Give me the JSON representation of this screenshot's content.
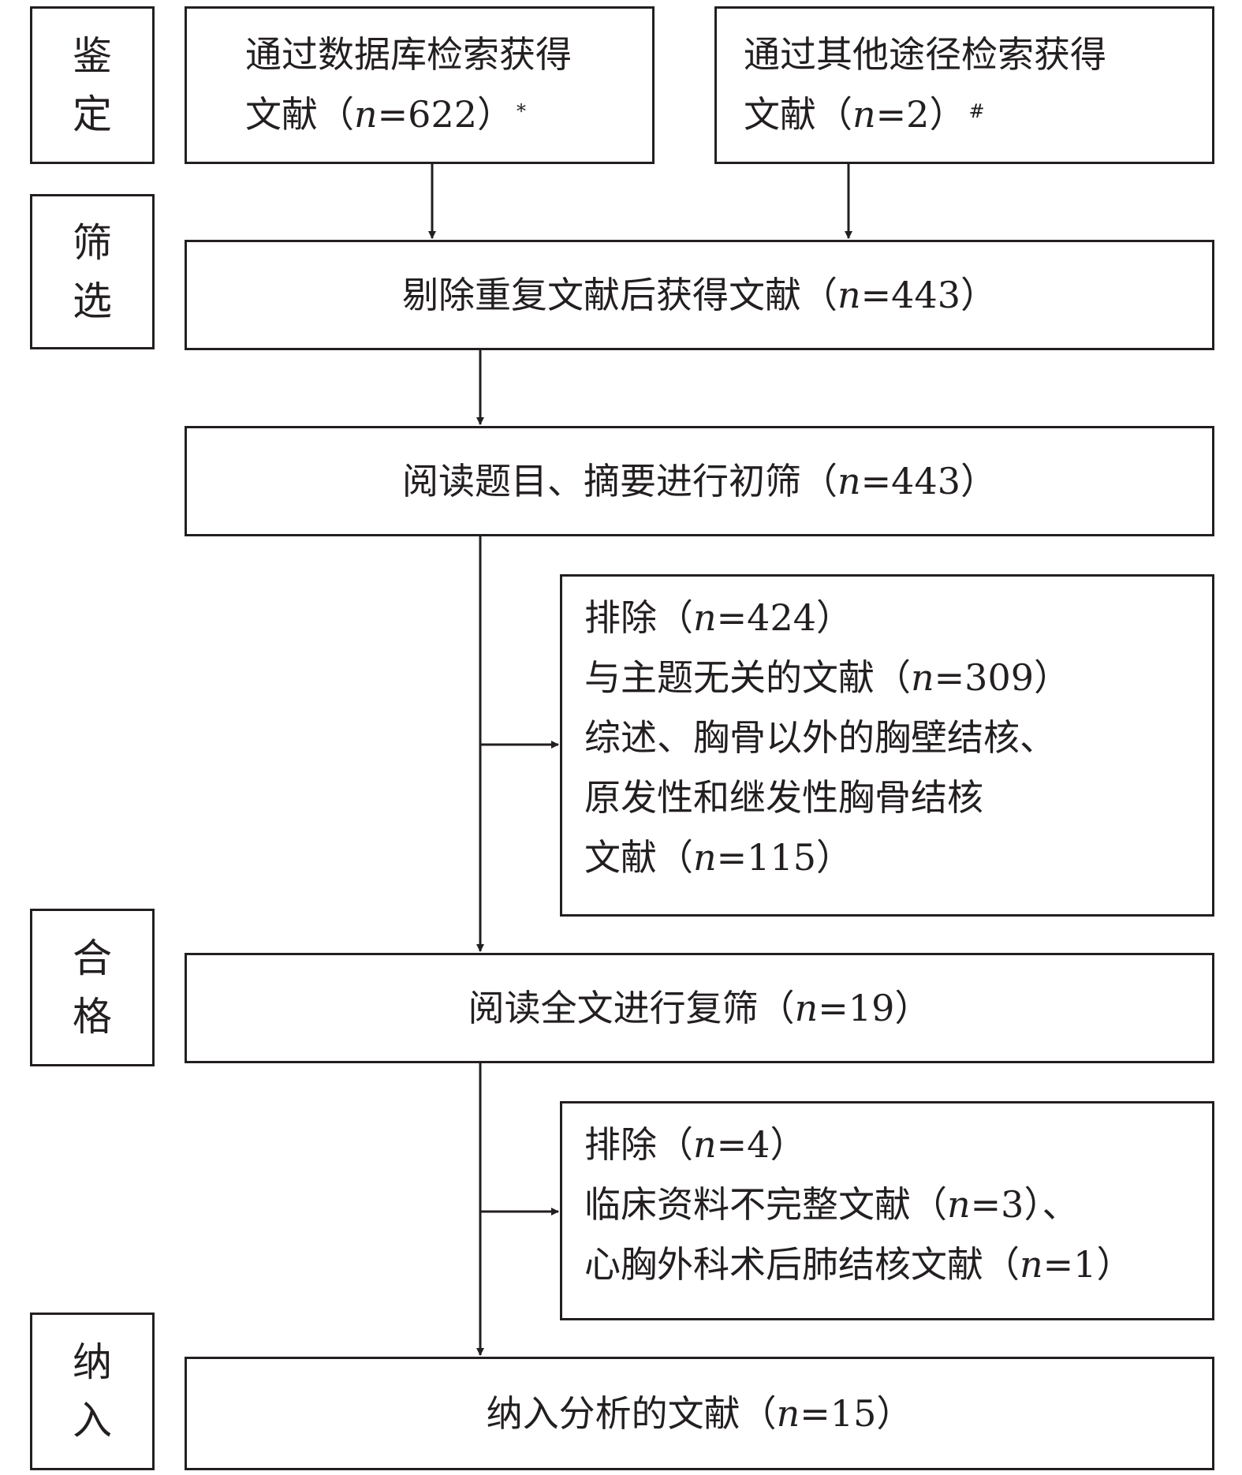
{
  "stages": {
    "identification": [
      "鉴",
      "定"
    ],
    "screening": [
      "筛",
      "选"
    ],
    "eligibility": [
      "合",
      "格"
    ],
    "included": [
      "纳",
      "入"
    ]
  },
  "boxes": {
    "database": {
      "line1": "通过数据库检索获得",
      "line2_prefix": "文献（",
      "n_label": "n",
      "line2_value": "=622）",
      "mark": "*"
    },
    "other": {
      "line1": "通过其他途径检索获得",
      "line2_prefix": "文献（",
      "n_label": "n",
      "line2_value": "=2）",
      "mark": "#"
    },
    "dedup": {
      "prefix": "剔除重复文献后获得文献（",
      "n_label": "n",
      "value": "=443）"
    },
    "title_abstract": {
      "prefix": "阅读题目、摘要进行初筛（",
      "n_label": "n",
      "value": "=443）"
    },
    "exclude1": {
      "line1_prefix": "排除（",
      "line1_n": "n",
      "line1_value": "=424）",
      "line2_prefix": "与主题无关的文献（",
      "line2_n": "n",
      "line2_value": "=309）",
      "line3": "综述、胸骨以外的胸壁结核、",
      "line4": "原发性和继发性胸骨结核",
      "line5_prefix": "文献（",
      "line5_n": "n",
      "line5_value": "=115）"
    },
    "fulltext": {
      "prefix": "阅读全文进行复筛（",
      "n_label": "n",
      "value": "=19）"
    },
    "exclude2": {
      "line1_prefix": "排除（",
      "line1_n": "n",
      "line1_value": "=4）",
      "line2_prefix": "临床资料不完整文献（",
      "line2_n": "n",
      "line2_value": "=3）、",
      "line3_prefix": "心胸外科术后肺结核文献（",
      "line3_n": "n",
      "line3_value": "=1）"
    },
    "included": {
      "prefix": "纳入分析的文献（",
      "n_label": "n",
      "value": "=15）"
    }
  }
}
